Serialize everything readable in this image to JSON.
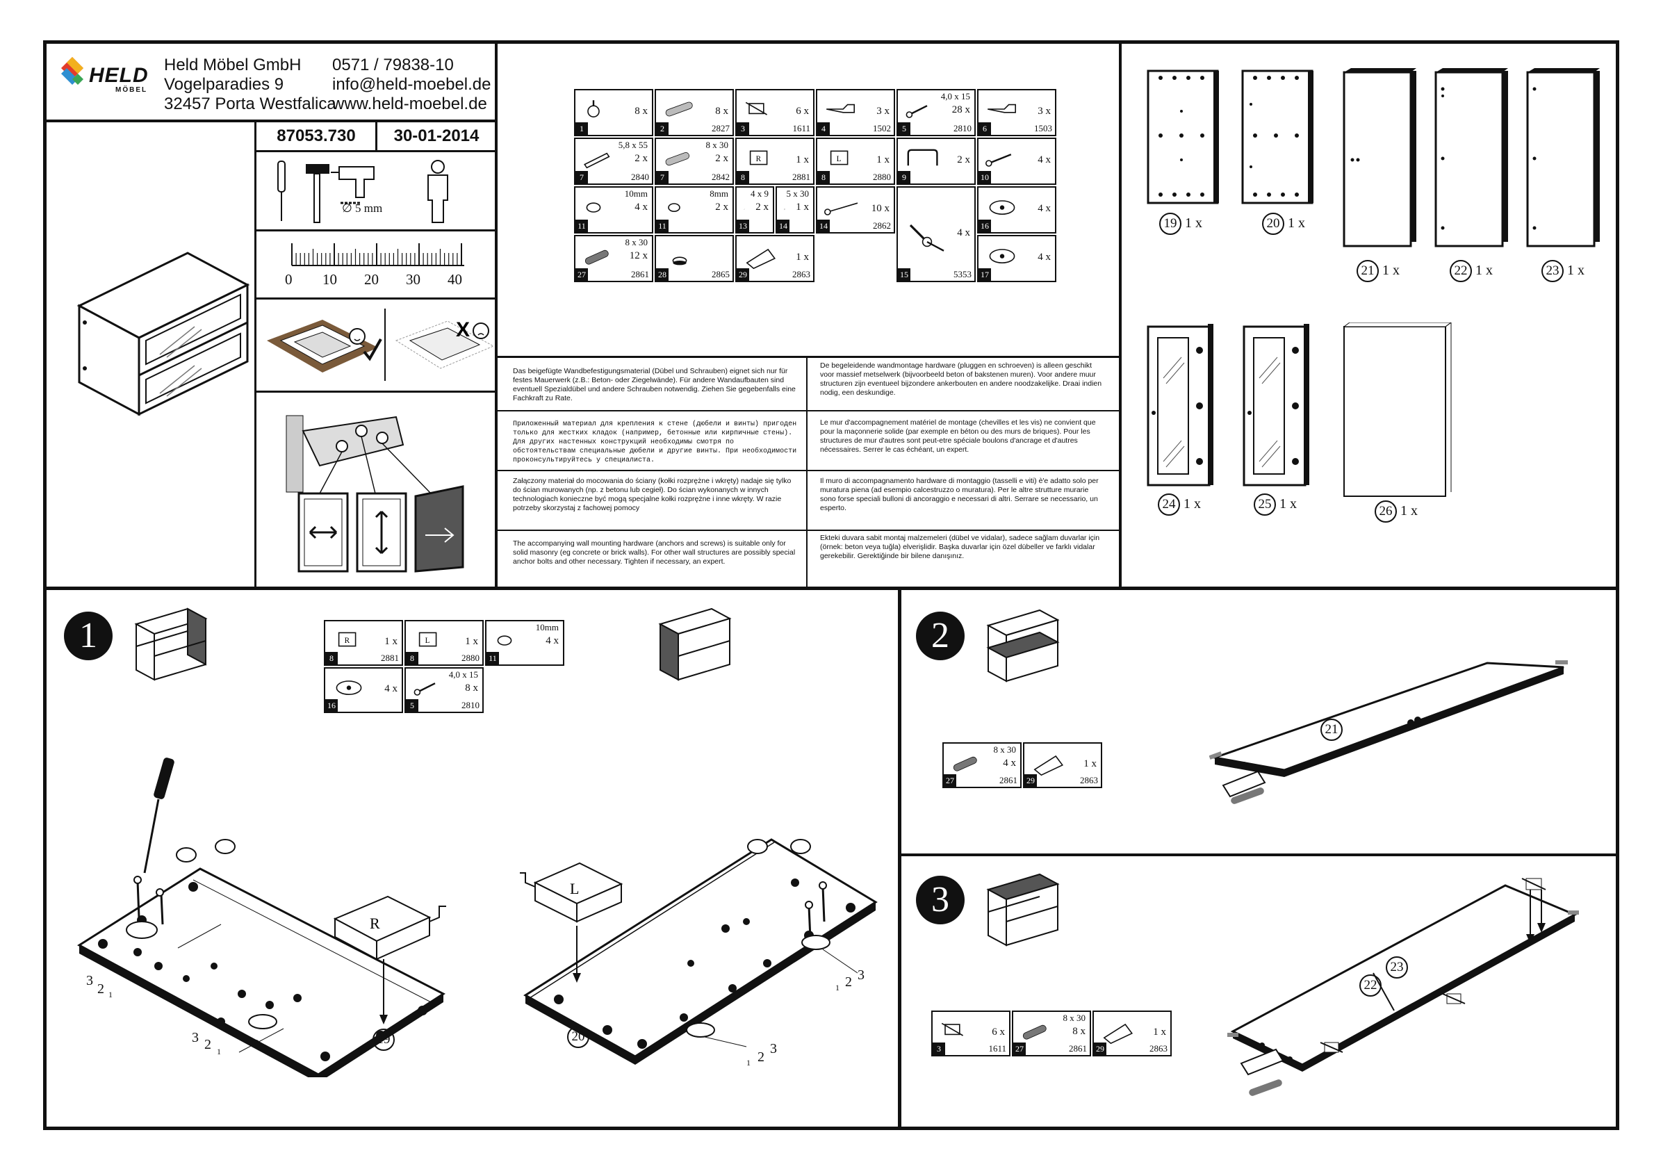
{
  "company": {
    "logo_text": "HELD",
    "logo_sub": "MÖBEL",
    "name": "Held Möbel GmbH",
    "street": "Vogelparadies 9",
    "city": "32457 Porta Westfalica",
    "phone": "0571 / 79838-10",
    "email": "info@held-moebel.de",
    "web": "www.held-moebel.de"
  },
  "article": {
    "number": "87053.730",
    "date": "30-01-2014"
  },
  "tools": {
    "drill_size": "∅ 5 mm"
  },
  "ruler": {
    "ticks": [
      "0",
      "10",
      "20",
      "30",
      "40"
    ]
  },
  "hardware": [
    {
      "num": "1",
      "qty": "8 x",
      "code": "",
      "dim": ""
    },
    {
      "num": "2",
      "qty": "8 x",
      "code": "2827",
      "dim": ""
    },
    {
      "num": "3",
      "qty": "6 x",
      "code": "1611",
      "dim": ""
    },
    {
      "num": "4",
      "qty": "3 x",
      "code": "1502",
      "dim": ""
    },
    {
      "num": "5",
      "qty": "28 x",
      "code": "2810",
      "dim": "4,0 x 15"
    },
    {
      "num": "6",
      "qty": "3 x",
      "code": "1503",
      "dim": ""
    },
    {
      "num": "7",
      "qty": "2 x",
      "code": "2840",
      "dim": "5,8 x 55"
    },
    {
      "num": "7",
      "qty": "2 x",
      "code": "2842",
      "dim": "8 x 30"
    },
    {
      "num": "8",
      "qty": "1 x",
      "code": "2881",
      "dim": ""
    },
    {
      "num": "8",
      "qty": "1 x",
      "code": "2880",
      "dim": ""
    },
    {
      "num": "9",
      "qty": "2 x",
      "code": "",
      "dim": ""
    },
    {
      "num": "10",
      "qty": "4 x",
      "code": "",
      "dim": ""
    },
    {
      "num": "11",
      "qty": "4 x",
      "code": "",
      "dim": "10mm"
    },
    {
      "num": "11",
      "qty": "2 x",
      "code": "",
      "dim": "8mm"
    },
    {
      "num": "13",
      "qty": "2 x",
      "code": "",
      "dim": "4 x 9"
    },
    {
      "num": "14",
      "qty": "1 x",
      "code": "",
      "dim": "5 x 30"
    },
    {
      "num": "14",
      "qty": "10 x",
      "code": "2862",
      "dim": ""
    },
    {
      "num": "15",
      "qty": "4 x",
      "code": "5353",
      "dim": ""
    },
    {
      "num": "16",
      "qty": "4 x",
      "code": "",
      "dim": ""
    },
    {
      "num": "17",
      "qty": "4 x",
      "code": "",
      "dim": ""
    },
    {
      "num": "27",
      "qty": "12 x",
      "code": "2861",
      "dim": "8 x 30"
    },
    {
      "num": "28",
      "qty": "",
      "code": "2865",
      "dim": ""
    },
    {
      "num": "29",
      "qty": "1 x",
      "code": "2863",
      "dim": ""
    }
  ],
  "hinge_labels": {
    "r": "R",
    "l": "L"
  },
  "notices": {
    "de": "Das beigefügte Wandbefestigungsmaterial (Dübel und Schrauben) eignet sich nur für festes Mauerwerk (z.B.: Beton- oder Ziegelwände). Für andere Wandaufbauten sind eventuell Spezialdübel und andere Schrauben notwendig. Ziehen Sie gegebenfalls eine Fachkraft zu Rate.",
    "nl": "De begeleidende wandmontage hardware (pluggen en schroeven) is alleen geschikt voor massief metselwerk (bijvoorbeeld beton of bakstenen muren). Voor andere muur structuren zijn eventueel bijzondere ankerbouten en andere noodzakelijke. Draai indien nodig, een deskundige.",
    "ru": "Приложенный материал для крепления к стене (дюбели и винты) пригоден только для жестких кладок (например, бетонные или кирпичные стены). Для других настенных конструкций необходимы смотря по обстоятельствам специальные дюбели и другие винты. При необходимости проконсультируйтесь у специалиста.",
    "fr": "Le mur d'accompagnement matériel de montage (chevilles et les vis) ne convient que pour la maçonnerie solide (par exemple en béton ou des murs de briques). Pour les structures de mur d'autres sont peut-etre spéciale boulons d'ancrage et d'autres nécessaires. Serrer le cas échéant, un expert.",
    "pl": "Załączony materiał do mocowania do ściany (kołki rozprężne i wkręty) nadaje się tylko do ścian murowanych (np. z betonu lub cegieł). Do ścian wykonanych w innych technologiach konieczne być mogą specjalne kołki rozprężne i inne wkręty. W razie potrzeby skorzystaj z fachowej pomocy",
    "it": "Il muro di accompagnamento hardware di montaggio (tasselli e viti) è'e adatto solo per muratura piena (ad esempio calcestruzzo o muratura). Per le altre strutture murarie sono forse speciali bulloni di ancoraggio e necessari di altri. Serrare se necessario, un esperto.",
    "en": "The accompanying wall mounting hardware (anchors and screws) is suitable only for solid masonry (eg concrete or brick walls). For other wall structures are possibly special anchor bolts and other necessary. Tighten if necessary, an expert.",
    "tr": "Ekteki duvara sabit montaj malzemeleri (dübel ve vidalar), sadece sağlam duvarlar için (örnek: beton veya tuğla) elverişlidir. Başka duvarlar için özel dübeller ve farklı vidalar gerekebilir. Gerektiğinde bir bilene danışınız."
  },
  "panels": [
    {
      "id": "19",
      "qty": "1 x"
    },
    {
      "id": "20",
      "qty": "1 x"
    },
    {
      "id": "21",
      "qty": "1 x"
    },
    {
      "id": "22",
      "qty": "1 x"
    },
    {
      "id": "23",
      "qty": "1 x"
    },
    {
      "id": "24",
      "qty": "1 x"
    },
    {
      "id": "25",
      "qty": "1 x"
    },
    {
      "id": "26",
      "qty": "1 x"
    }
  ],
  "steps": {
    "s1": {
      "number": "1",
      "parts": [
        {
          "num": "8",
          "qty": "1 x",
          "code": "2881",
          "dim": ""
        },
        {
          "num": "8",
          "qty": "1 x",
          "code": "2880",
          "dim": ""
        },
        {
          "num": "11",
          "qty": "4 x",
          "code": "",
          "dim": "10mm"
        },
        {
          "num": "16",
          "qty": "4 x",
          "code": "",
          "dim": ""
        },
        {
          "num": "5",
          "qty": "8 x",
          "code": "2810",
          "dim": "4,0 x 15"
        }
      ],
      "labels": {
        "left_panel": "19",
        "right_panel": "20",
        "n3": "3",
        "n2": "2",
        "n1": "1"
      }
    },
    "s2": {
      "number": "2",
      "parts": [
        {
          "num": "27",
          "qty": "4 x",
          "code": "2861",
          "dim": "8 x 30"
        },
        {
          "num": "29",
          "qty": "1 x",
          "code": "2863",
          "dim": ""
        }
      ],
      "panel": "21"
    },
    "s3": {
      "number": "3",
      "parts": [
        {
          "num": "3",
          "qty": "6 x",
          "code": "1611",
          "dim": ""
        },
        {
          "num": "27",
          "qty": "8 x",
          "code": "2861",
          "dim": "8 x 30"
        },
        {
          "num": "29",
          "qty": "1 x",
          "code": "2863",
          "dim": ""
        }
      ],
      "panel_a": "22",
      "panel_b": "23"
    }
  }
}
